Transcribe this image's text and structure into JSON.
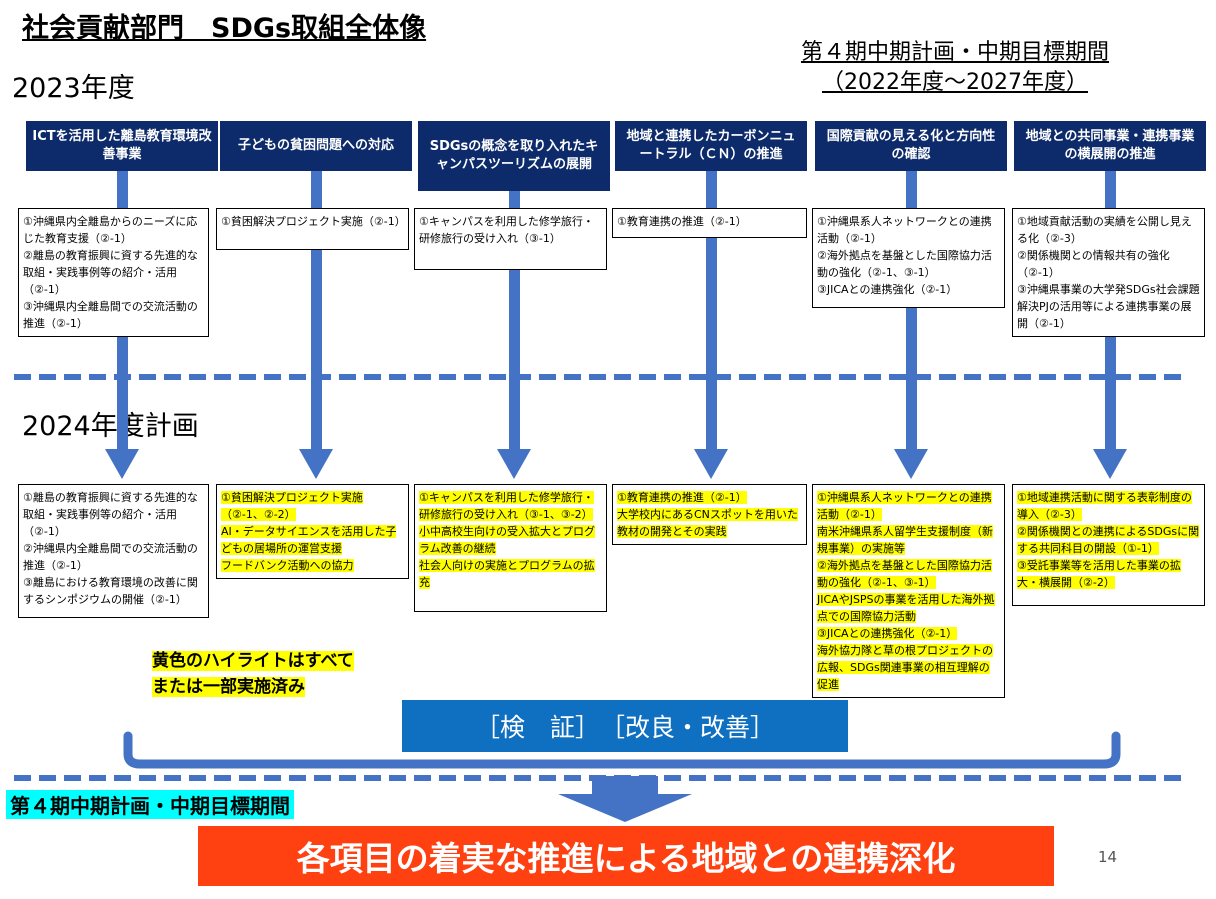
{
  "title": "社会貢献部門　SDGs取組全体像",
  "period": {
    "line1": "第４期中期計画・中期目標期間",
    "line2": "（2022年度～2027年度）"
  },
  "year_2023": "2023年度",
  "year_2024": "2024年度計画",
  "columns": [
    {
      "header": "ICTを活用した離島教育環境改善事業",
      "items_2023": [
        "①沖縄県内全離島からのニーズに応じた教育支援（②-1）",
        "②離島の教育振興に資する先進的な取組・実践事例等の紹介・活用（②-1）",
        "③沖縄県内全離島間での交流活動の推進（②-1）"
      ],
      "items_2024": [
        "①離島の教育振興に資する先進的な取組・実践事例等の紹介・活用（②-1）",
        "②沖縄県内全離島間での交流活動の推進（②-1）",
        "③離島における教育環境の改善に関するシンポジウムの開催（②-1）"
      ]
    },
    {
      "header": "子どもの貧困問題への対応",
      "items_2023": [
        "①貧困解決プロジェクト実施（②-1）"
      ],
      "items_2024": [
        "①貧困解決プロジェクト実施（②-1、②-2）",
        "AI・データサイエンスを活用した子どもの居場所の運営支援",
        "フードバンク活動への協力"
      ]
    },
    {
      "header": "SDGsの概念を取り入れたキャンパスツーリズムの展開",
      "items_2023": [
        "①キャンパスを利用した修学旅行・研修旅行の受け入れ（③-1）"
      ],
      "items_2024": [
        "①キャンパスを利用した修学旅行・研修旅行の受け入れ（③-1、③-2）",
        "小中高校生向けの受入拡大とプログラム改善の継続",
        "社会人向けの実施とプログラムの拡充"
      ]
    },
    {
      "header": "地域と連携したカーボンニュートラル（ＣＮ）の推進",
      "items_2023": [
        "①教育連携の推進（②-1）"
      ],
      "items_2024": [
        "①教育連携の推進（②-1）",
        "大学校内にあるCNスポットを用いた教材の開発とその実践"
      ]
    },
    {
      "header": "国際貢献の見える化と方向性の確認",
      "items_2023": [
        "①沖縄県系人ネットワークとの連携活動（②-1）",
        "②海外拠点を基盤とした国際協力活動の強化（②-1、③-1）",
        "③JICAとの連携強化（②-1）"
      ],
      "items_2024": [
        "①沖縄県系人ネットワークとの連携活動（②-1）",
        "南米沖縄県系人留学生支援制度（新規事業）の実施等",
        "②海外拠点を基盤とした国際協力活動の強化（②-1、③-1）",
        "JICAやJSPSの事業を活用した海外拠点での国際協力活動",
        "③JICAとの連携強化（②-1）",
        "海外協力隊と草の根プロジェクトの広報、SDGs関連事業の相互理解の促進"
      ]
    },
    {
      "header": "地域との共同事業・連携事業の横展開の推進",
      "items_2023": [
        "①地域貢献活動の実績を公開し見える化（②-3）",
        "②関係機関との情報共有の強化（②-1）",
        "③沖縄県事業の大学発SDGs社会課題解決PJの活用等による連携事業の展開（②-1）"
      ],
      "items_2024": [
        "①地域連携活動に関する表彰制度の導入（②-3）",
        "②関係機関との連携によるSDGsに関する共同科目の開設（①-1）",
        "③受託事業等を活用した事業の拡大・横展開（②-2）"
      ]
    }
  ],
  "legend": {
    "line1": "黄色のハイライトはすべて",
    "line2": "または一部実施済み"
  },
  "verify_label": "［検　証］　［改良・改善］",
  "bottom_period": "第４期中期計画・中期目標期間",
  "banner": "各項目の着実な推進による地域との連携深化",
  "page_number": "14",
  "colors": {
    "header_bg": "#0D2B6B",
    "arrow": "#4472C4",
    "highlight": "#FFFF00",
    "banner": "#FF4011",
    "verify": "#0F6FC0",
    "cyan": "#00FFFF"
  }
}
